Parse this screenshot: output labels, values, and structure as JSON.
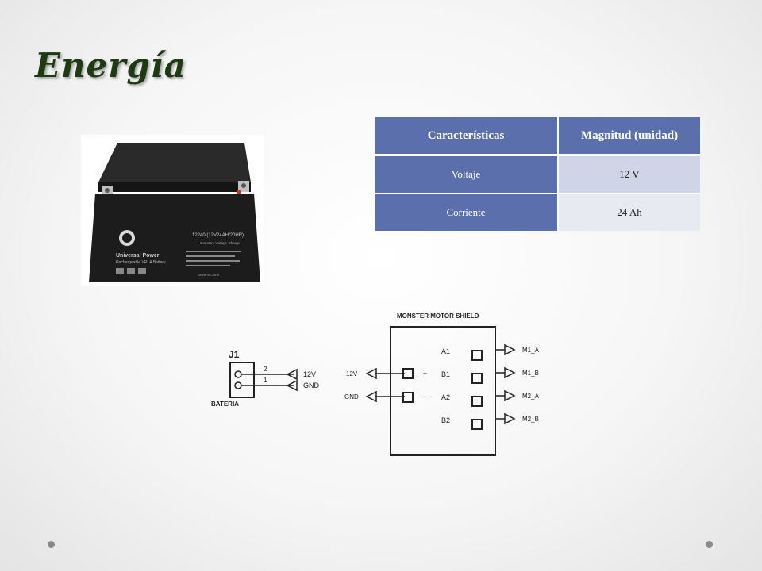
{
  "slide": {
    "title": "Energía"
  },
  "battery": {
    "brand": "Universal Power",
    "subtitle": "Rechargeable VRLA Battery",
    "model": "12240 (12V24AH/20HR)",
    "charge_note": "Constant Voltage Charge",
    "made_in": "Made in China",
    "body_color": "#1c1c1c",
    "terminal_color": "#c0392b"
  },
  "table": {
    "headers": [
      "Características",
      "Magnitud (unidad)"
    ],
    "rows": [
      [
        "Voltaje",
        "12 V"
      ],
      [
        "Corriente",
        "24 Ah"
      ]
    ]
  },
  "schematic": {
    "connector": {
      "name": "J1",
      "label": "BATERIA",
      "pins": [
        "2",
        "1"
      ],
      "signals": [
        "12V",
        "GND"
      ]
    },
    "shield": {
      "title": "MONSTER MOTOR SHIELD",
      "inputs": [
        "12V",
        "GND"
      ],
      "polarity": [
        "+",
        "-"
      ],
      "pins": [
        "A1",
        "B1",
        "A2",
        "B2"
      ],
      "outputs": [
        "M1_A",
        "M1_B",
        "M2_A",
        "M2_B"
      ]
    }
  }
}
